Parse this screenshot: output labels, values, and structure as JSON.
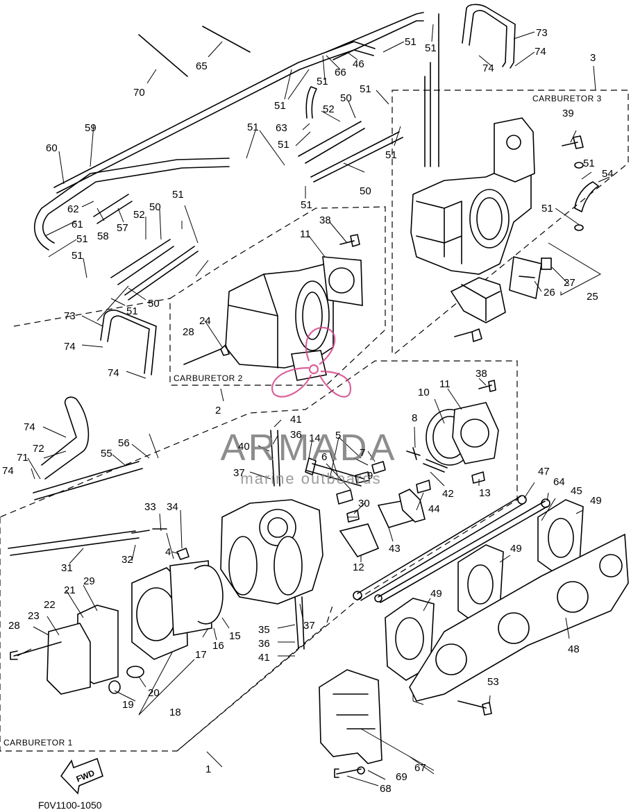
{
  "diagram_code": "F0V1100-1050",
  "sections": {
    "carb1": "CARBURETOR 1",
    "carb2": "CARBURETOR 2",
    "carb3": "CARBURETOR 3"
  },
  "direction_arrow": "FWD",
  "watermark": {
    "brand": "ARMADA",
    "tagline": "marine outboards",
    "logo_color": "#d4468a"
  },
  "callouts": {
    "c1": "1",
    "c2": "2",
    "c3": "3",
    "c4": "4",
    "c5": "5",
    "c6": "6",
    "c7": "7",
    "c8": "8",
    "c9": "9",
    "c10": "10",
    "c11a": "11",
    "c11b": "11",
    "c12": "12",
    "c13": "13",
    "c14": "14",
    "c15": "15",
    "c16": "16",
    "c17": "17",
    "c18": "18",
    "c19": "19",
    "c20": "20",
    "c21": "21",
    "c22": "22",
    "c23": "23",
    "c24": "24",
    "c25": "25",
    "c26": "26",
    "c27": "27",
    "c28a": "28",
    "c28b": "28",
    "c29": "29",
    "c30": "30",
    "c31": "31",
    "c32": "32",
    "c33": "33",
    "c34": "34",
    "c35": "35",
    "c36a": "36",
    "c36b": "36",
    "c37a": "37",
    "c37b": "37",
    "c38a": "38",
    "c38b": "38",
    "c39": "39",
    "c40": "40",
    "c41a": "41",
    "c41b": "41",
    "c42": "42",
    "c43": "43",
    "c44": "44",
    "c45": "45",
    "c46": "46",
    "c47": "47",
    "c48": "48",
    "c49a": "49",
    "c49b": "49",
    "c49c": "49",
    "c50a": "50",
    "c50b": "50",
    "c50c": "50",
    "c50d": "50",
    "c51a": "51",
    "c51b": "51",
    "c51c": "51",
    "c51d": "51",
    "c51e": "51",
    "c51f": "51",
    "c51g": "51",
    "c51h": "51",
    "c51i": "51",
    "c51j": "51",
    "c51k": "51",
    "c51l": "51",
    "c51m": "51",
    "c51n": "51",
    "c51o": "51",
    "c52a": "52",
    "c52b": "52",
    "c53": "53",
    "c54": "54",
    "c55": "55",
    "c56": "56",
    "c57": "57",
    "c58": "58",
    "c59": "59",
    "c60": "60",
    "c61": "61",
    "c62": "62",
    "c63": "63",
    "c64": "64",
    "c65": "65",
    "c66": "66",
    "c67": "67",
    "c68": "68",
    "c69": "69",
    "c70": "70",
    "c71": "71",
    "c72": "72",
    "c73a": "73",
    "c73b": "73",
    "c74a": "74",
    "c74b": "74",
    "c74c": "74",
    "c74d": "74",
    "c74e": "74",
    "c74f": "74"
  }
}
